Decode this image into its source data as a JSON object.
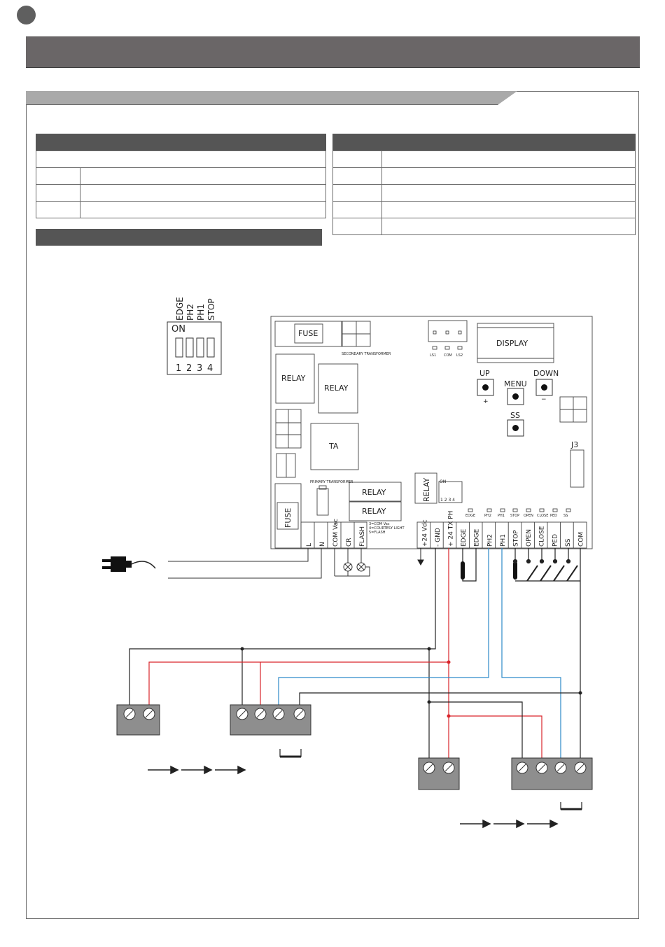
{
  "dip_switch": {
    "labels": [
      "EDGE",
      "PH2",
      "PH1",
      "STOP"
    ],
    "on_label": "ON",
    "numbers": [
      "1",
      "2",
      "3",
      "4"
    ]
  },
  "board": {
    "fuse_top": "FUSE",
    "fuse_bottom": "FUSE",
    "secondary_transformer": "SECONDARY TRANSFORMER",
    "primary_transformer": "PRIMARY TRANSFORMER",
    "relays": [
      "RELAY",
      "RELAY",
      "RELAY",
      "RELAY",
      "RELAY"
    ],
    "ta": "TA",
    "display": "DISPLAY",
    "buttons": {
      "up": "UP",
      "menu": "MENU",
      "down": "DOWN",
      "ss": "SS"
    },
    "up_sign": "+",
    "down_sign": "−",
    "j3": "J3",
    "led_ls": [
      "LS1",
      "COM",
      "LS2"
    ],
    "mini_dip_on": "ON",
    "mini_dip_numbers": "1 2 3 4",
    "status_leds": [
      "EDGE",
      "PH2",
      "PH1",
      "STOP",
      "OPEN",
      "CLOSE",
      "PED",
      "SS"
    ],
    "cr_note": [
      "3=COM Vac",
      "4=COURTESY LIGHT",
      "5=FLASH"
    ]
  },
  "terminals_left": [
    "L",
    "N",
    "COM Vac",
    "CR",
    "FLASH"
  ],
  "terminals_right": [
    "+24 Vdc",
    "- GND",
    "+ 24 TX PH",
    "EDGE",
    "EDGE",
    "PH2",
    "PH1",
    "STOP",
    "OPEN",
    "CLOSE",
    "PED",
    "SS",
    "COM"
  ],
  "wire_colors": {
    "black": "#222222",
    "red": "#d9242b",
    "blue": "#2d8ac9"
  }
}
